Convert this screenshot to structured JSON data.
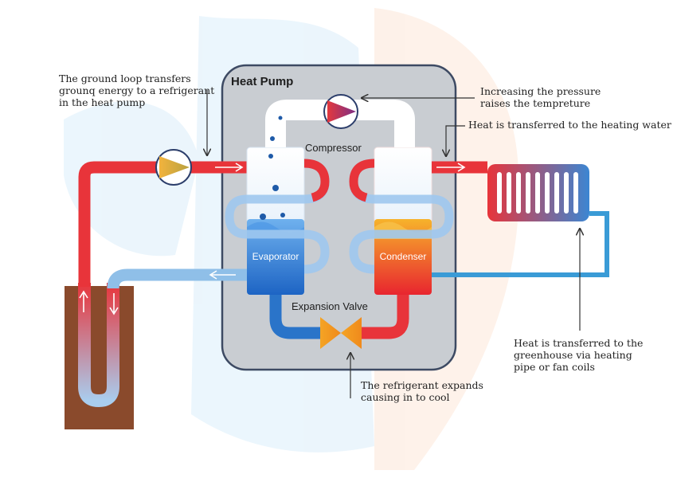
{
  "heat_pump": {
    "title": "Heat Pump",
    "compressor_label": "Compressor",
    "evaporator_label": "Evaporator",
    "condenser_label": "Condenser",
    "expansion_valve_label": "Expansion Valve"
  },
  "annotations": {
    "ground_loop": [
      "The ground loop transfers",
      "grounq energy to a refrigerant",
      "in the heat pump"
    ],
    "compressor": [
      "Increasing the pressure",
      "raises the tempreture"
    ],
    "heating_water": [
      "Heat is transferred to the heating water"
    ],
    "greenhouse": [
      "Heat is transferred to the",
      "greenhouse via heating",
      "pipe or fan coils"
    ],
    "expansion": [
      "The refrigerant expands",
      "causing in to cool"
    ]
  },
  "colors": {
    "hot": "#e8343a",
    "cold": "#2a74c9",
    "light_cold": "#9ec8ee",
    "ground": "#8a4a2c",
    "housing": "#c9cdd2",
    "housing_border": "#3d4a63"
  }
}
